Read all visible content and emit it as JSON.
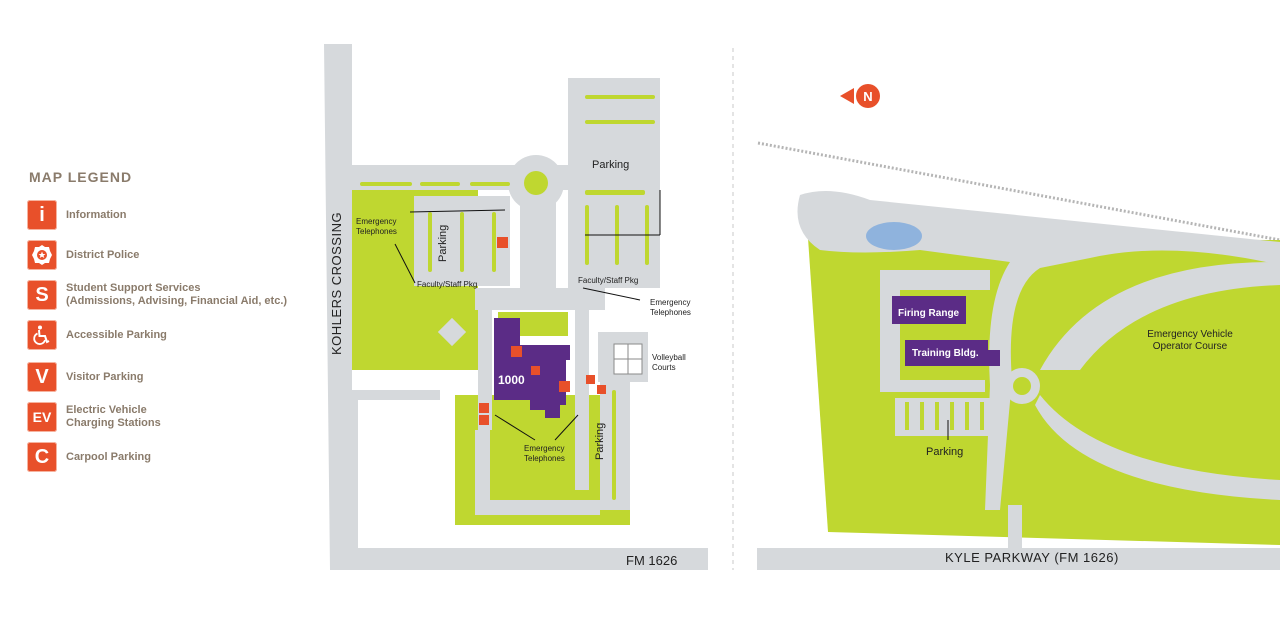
{
  "legend": {
    "title": "MAP LEGEND",
    "items": [
      {
        "symbol": "i",
        "icon": "information-icon",
        "label": "Information"
      },
      {
        "symbol": "",
        "icon": "police-badge-icon",
        "label": "District Police"
      },
      {
        "symbol": "S",
        "icon": "student-services-icon",
        "label": "Student Support Services\n(Admissions, Advising, Financial Aid, etc.)"
      },
      {
        "symbol": "",
        "icon": "wheelchair-icon",
        "label": "Accessible Parking"
      },
      {
        "symbol": "V",
        "icon": "visitor-parking-icon",
        "label": "Visitor Parking"
      },
      {
        "symbol": "EV",
        "icon": "ev-charging-icon",
        "label": "Electric Vehicle\nCharging Stations"
      },
      {
        "symbol": "C",
        "icon": "carpool-icon",
        "label": "Carpool Parking"
      }
    ]
  },
  "colors": {
    "grass": "#bfd730",
    "pavement": "#d6d9dc",
    "building": "#5b2c86",
    "accent": "#e8502a",
    "water": "#8fb3dd",
    "text": "#8a7b6b"
  },
  "left_map": {
    "road_vertical": "KOHLERS CROSSING",
    "road_bottom": "FM 1626",
    "building": "1000",
    "parking_top": "Parking",
    "parking_left": "Parking",
    "parking_right": "Parking",
    "faculty_left": "Faculty/Staff Pkg",
    "faculty_right": "Faculty/Staff Pkg",
    "emergency_1": "Emergency\nTelephones",
    "emergency_2": "Emergency\nTelephones",
    "emergency_3": "Emergency\nTelephones",
    "volleyball": "Volleyball\nCourts"
  },
  "right_map": {
    "north": "N",
    "firing_range": "Firing Range",
    "training": "Training Bldg.",
    "parking": "Parking",
    "evoc": "Emergency Vehicle\nOperator Course",
    "road_bottom": "KYLE PARKWAY (FM 1626)"
  }
}
